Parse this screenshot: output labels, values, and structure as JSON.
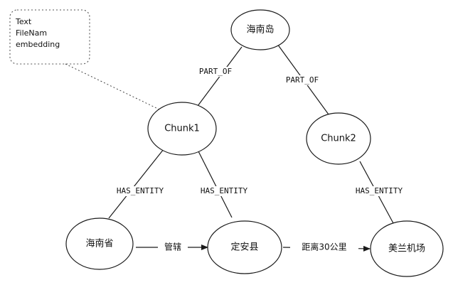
{
  "note": {
    "lines": [
      "Text",
      "FileNam",
      "embedding"
    ]
  },
  "nodes": {
    "hainan_island": "海南岛",
    "chunk1": "Chunk1",
    "chunk2": "Chunk2",
    "hainan_province": "海南省",
    "dingan_county": "定安县",
    "meilan_airport": "美兰机场"
  },
  "edges": {
    "chunk1_part_of": "PART_OF",
    "chunk2_part_of": "PART_OF",
    "chunk1_to_province": "HAS_ENTITY",
    "chunk1_to_county": "HAS_ENTITY",
    "chunk2_to_airport": "HAS_ENTITY",
    "province_to_county": "管辖",
    "county_to_airport": "距离30公里"
  }
}
